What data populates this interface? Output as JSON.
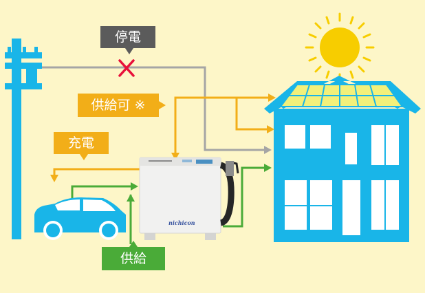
{
  "labels": {
    "outage": "停電",
    "supply_available": "供給可 ※",
    "charging": "充電",
    "supply": "供給"
  },
  "device": {
    "brand": "nichicon"
  },
  "colors": {
    "background": "#fdf6c8",
    "building_blue": "#19b5e8",
    "grid_line_gray": "#a5a5a5",
    "charge_orange": "#f2ae18",
    "supply_green": "#4aab38",
    "outage_x_red": "#e8103a",
    "sun_yellow": "#f7cd00",
    "solar_panel_yellow": "#f2f07a"
  }
}
